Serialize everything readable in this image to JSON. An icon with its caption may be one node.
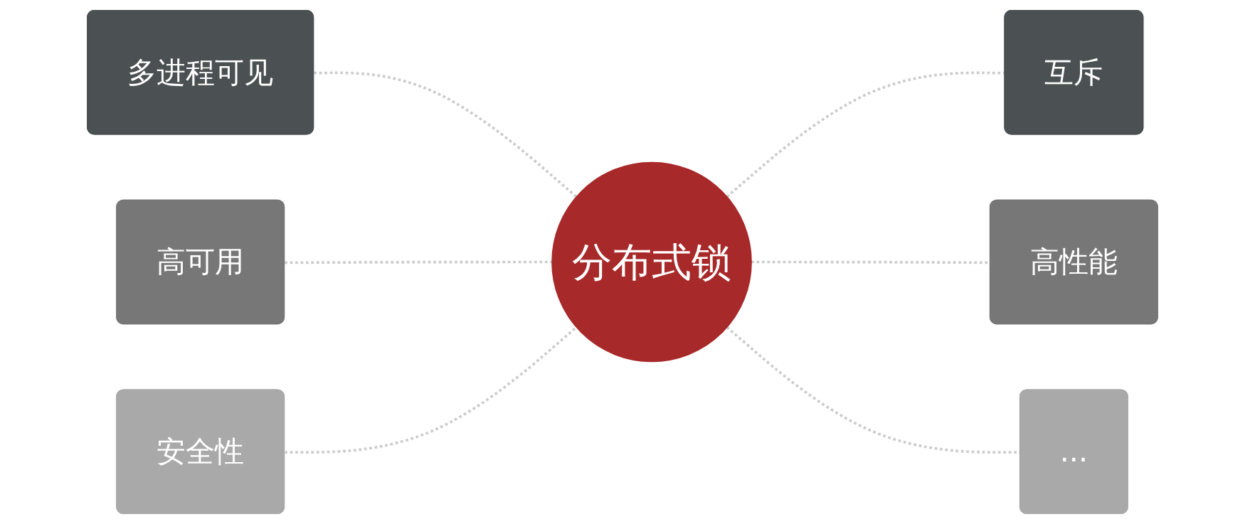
{
  "diagram": {
    "nodes": [
      {
        "text": [
          "多进程可见"
        ]
      },
      {
        "text": [
          "互斥"
        ]
      },
      {
        "text": [
          "分布式锁"
        ]
      },
      {
        "text": [
          "高可用"
        ]
      },
      {
        "text": [
          "高性能"
        ]
      },
      {
        "text": [
          "安全性"
        ]
      },
      {
        "text": [
          "..."
        ]
      }
    ],
    "edges": [
      {
        "from": 0,
        "to": 2,
        "arrow": "none",
        "style": "dashed"
      },
      {
        "from": 2,
        "to": 1,
        "arrow": "none",
        "style": "dashed"
      },
      {
        "from": 3,
        "to": 2,
        "arrow": "none",
        "style": "dashed"
      },
      {
        "from": 2,
        "to": 4,
        "arrow": "none",
        "style": "dashed"
      },
      {
        "from": 5,
        "to": 2,
        "arrow": "none",
        "style": "dashed"
      },
      {
        "from": 2,
        "to": 6,
        "arrow": "none",
        "style": "dashed"
      }
    ]
  }
}
